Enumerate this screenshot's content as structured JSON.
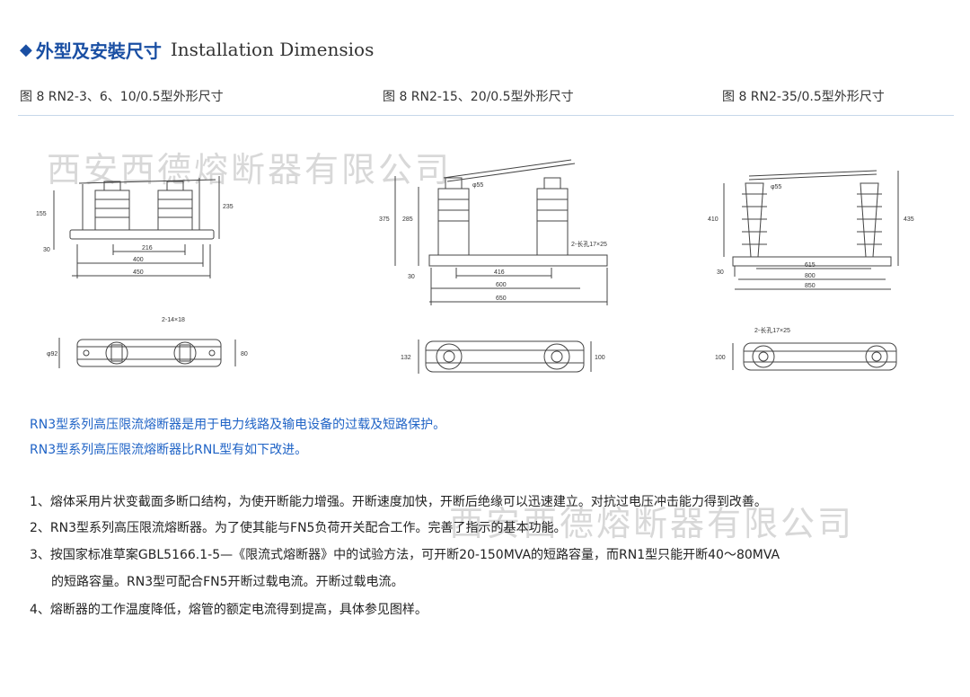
{
  "header": {
    "title_cn": "外型及安裝尺寸",
    "title_en": "Installation Dimensios"
  },
  "figures": [
    {
      "caption": "图 8 RN2-3、6、10/0.5型外形尺寸",
      "dims": {
        "a": "155",
        "b": "30",
        "c": "235",
        "d": "216",
        "e": "400",
        "f": "450",
        "g": "2-14×18",
        "h": "φ92",
        "i": "80"
      }
    },
    {
      "caption": "图 8 RN2-15、20/0.5型外形尺寸",
      "dims": {
        "a": "φ55",
        "b": "375",
        "c": "285",
        "d": "30",
        "e": "416",
        "f": "600",
        "g": "650",
        "h": "2-长孔17×25",
        "i": "132",
        "j": "100"
      }
    },
    {
      "caption": "图 8 RN2-35/0.5型外形尺寸",
      "dims": {
        "a": "φ55",
        "b": "410",
        "c": "435",
        "d": "30",
        "e": "615",
        "f": "800",
        "g": "850",
        "h": "2-长孔17×25",
        "i": "100"
      }
    }
  ],
  "watermark": {
    "top": "西安西德熔断器有限公司",
    "bottom": "西安西德熔断器有限公司"
  },
  "intro": [
    "RN3型系列高压限流熔断器是用于电力线路及输电设备的过载及短路保护。",
    "RN3型系列高压限流熔断器比RNL型有如下改进。"
  ],
  "list": [
    "1、熔体采用片状变截面多断口结构，为使开断能力增强。开断速度加快，开断后绝缘可以迅速建立。对抗过电压冲击能力得到改善。",
    "2、RN3型系列高压限流熔断器。为了使其能与FN5负荷开关配合工作。完善了指示的基本功能。",
    "3、按国家标准草案GBL5166.1-5—《限流式熔断器》中的试验方法，可开断20-150MVA的短路容量，而RN1型只能开断40～80MVA",
    "的短路容量。RN3型可配合FN5开断过载电流。开断过载电流。",
    "4、熔断器的工作温度降低，熔管的额定电流得到提高，具体参见图样。"
  ]
}
